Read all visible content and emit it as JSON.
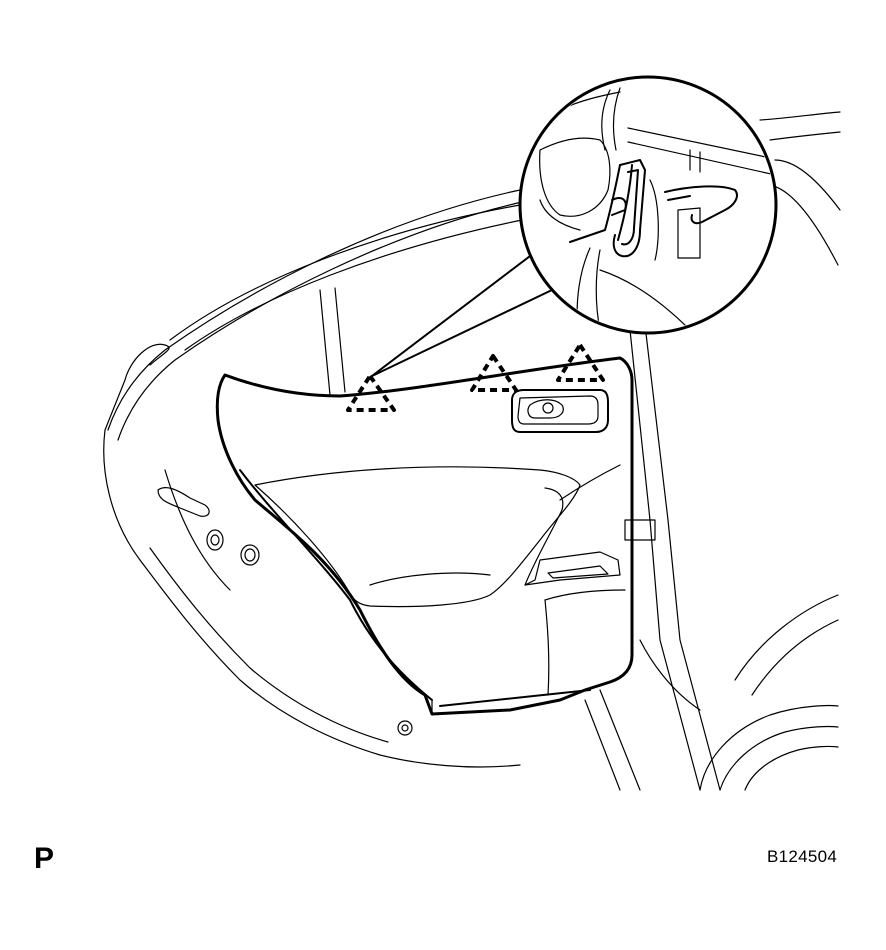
{
  "figure": {
    "view_label": "P",
    "figure_code": "B124504"
  },
  "colors": {
    "line": "#000000",
    "background": "#ffffff"
  },
  "icons": {
    "clip_marker": "dashed-triangle",
    "detail_view": "magnified-circle"
  }
}
